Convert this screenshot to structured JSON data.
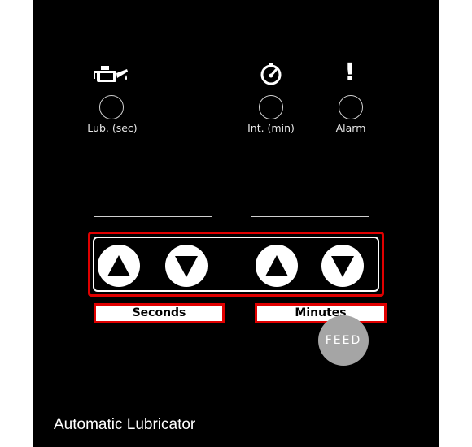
{
  "indicators": {
    "lub_label": "Lub. (sec)",
    "int_label": "Int. (min)",
    "alarm_label": "Alarm",
    "alarm_icon_glyph": "!"
  },
  "icons": {
    "lub": "oil-can-icon",
    "interval": "timer-icon",
    "alarm": "exclamation-icon"
  },
  "buttons": {
    "seconds_up": "up-arrow",
    "seconds_down": "down-arrow",
    "minutes_up": "up-arrow",
    "minutes_down": "down-arrow",
    "feed_label": "FEED"
  },
  "adjustments": {
    "seconds_label": "Seconds Adjustment",
    "minutes_label": "Minutes Adjustment"
  },
  "device_title": "Automatic Lubricator",
  "colors": {
    "panel": "#000000",
    "highlight": "#e00000",
    "feed_button": "#a5a5a5"
  }
}
